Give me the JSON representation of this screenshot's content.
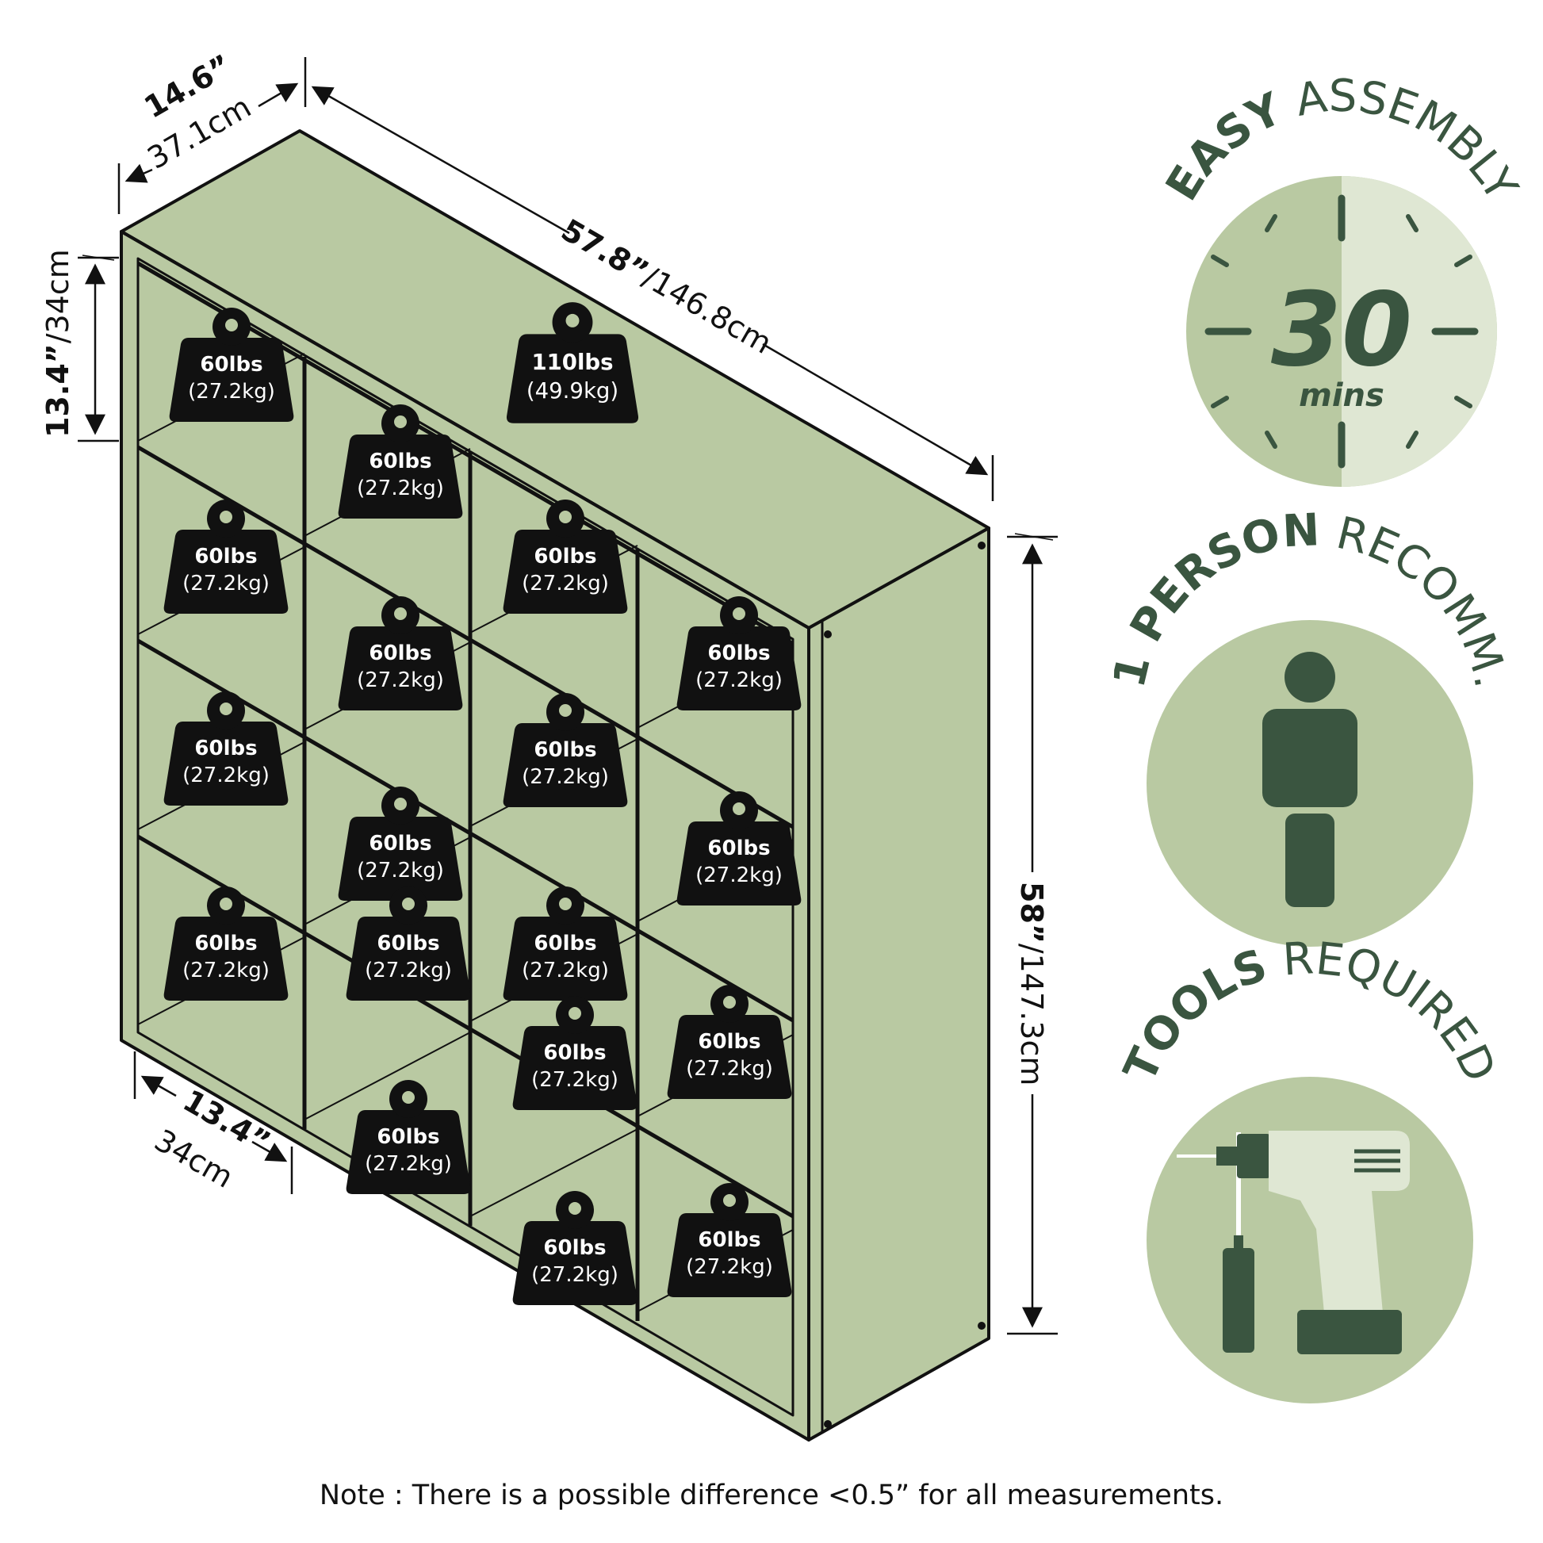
{
  "colors": {
    "shelf_fill": "#b9c9a2",
    "shelf_stroke": "#111111",
    "weight_fill": "#111111",
    "badge_dark": "#3a5540",
    "badge_mid": "#b9c9a2",
    "badge_light": "#dfe7d3"
  },
  "dimensions": {
    "depth_in": "14.6”",
    "depth_cm": "37.1cm",
    "width_in": "57.8”",
    "width_cm": "/146.8cm",
    "cube_height_in": "13.4”",
    "cube_height_cm": "/34cm",
    "height_in": "58”",
    "height_cm": "/147.3cm",
    "cube_width_in": "13.4”",
    "cube_width_cm": "34cm"
  },
  "top_weight": {
    "lbs": "110lbs",
    "kg": "(49.9kg)"
  },
  "cube_weight": {
    "lbs": "60lbs",
    "kg": "(27.2kg)"
  },
  "badges": {
    "assembly": {
      "bold": "EASY",
      "light": " ASSEMBLY",
      "number": "30",
      "unit": "mins",
      "icon": "clock-icon"
    },
    "person": {
      "bold": "1 PERSON",
      "light": " RECOMM.",
      "icon": "person-icon"
    },
    "tools": {
      "bold": "TOOLS",
      "light": " REQUIRED",
      "icon": "drill-screwdriver-icon"
    }
  },
  "note": "Note : There is a possible difference <0.5” for all measurements."
}
